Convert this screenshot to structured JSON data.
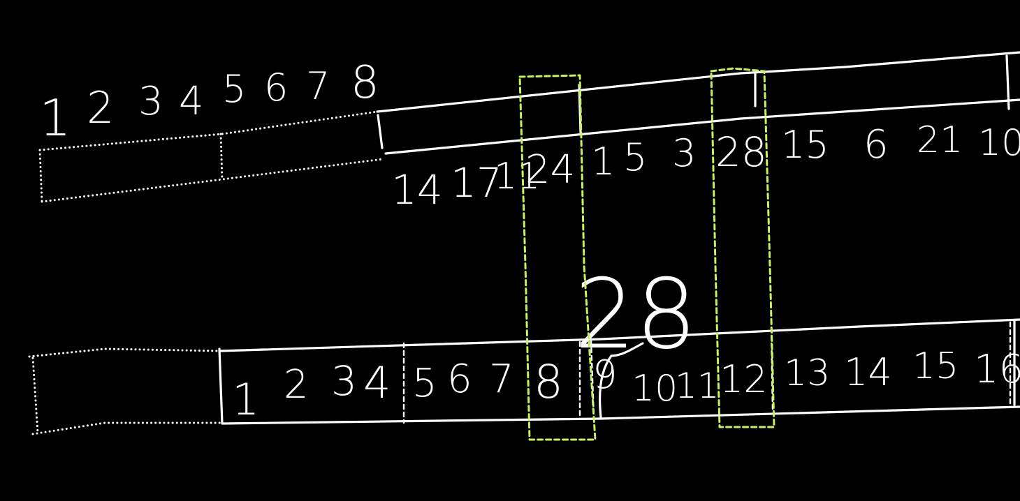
{
  "colors": {
    "background": "#000000",
    "ink": "#ffffff",
    "highlight": "#c8f060"
  },
  "top": {
    "header_digits": [
      "1",
      "2",
      "3",
      "4",
      "5",
      "6",
      "7",
      "8"
    ],
    "values": [
      "14",
      "17",
      "11",
      "24",
      "1",
      "5",
      "3",
      "28",
      "15",
      "6",
      "21",
      "10"
    ]
  },
  "bottom": {
    "cells": [
      "1",
      "2",
      "3",
      "4",
      "5",
      "6",
      "7",
      "8",
      "9",
      "10",
      "11",
      "12",
      "13",
      "14",
      "15",
      "16"
    ],
    "annotation": "28"
  }
}
